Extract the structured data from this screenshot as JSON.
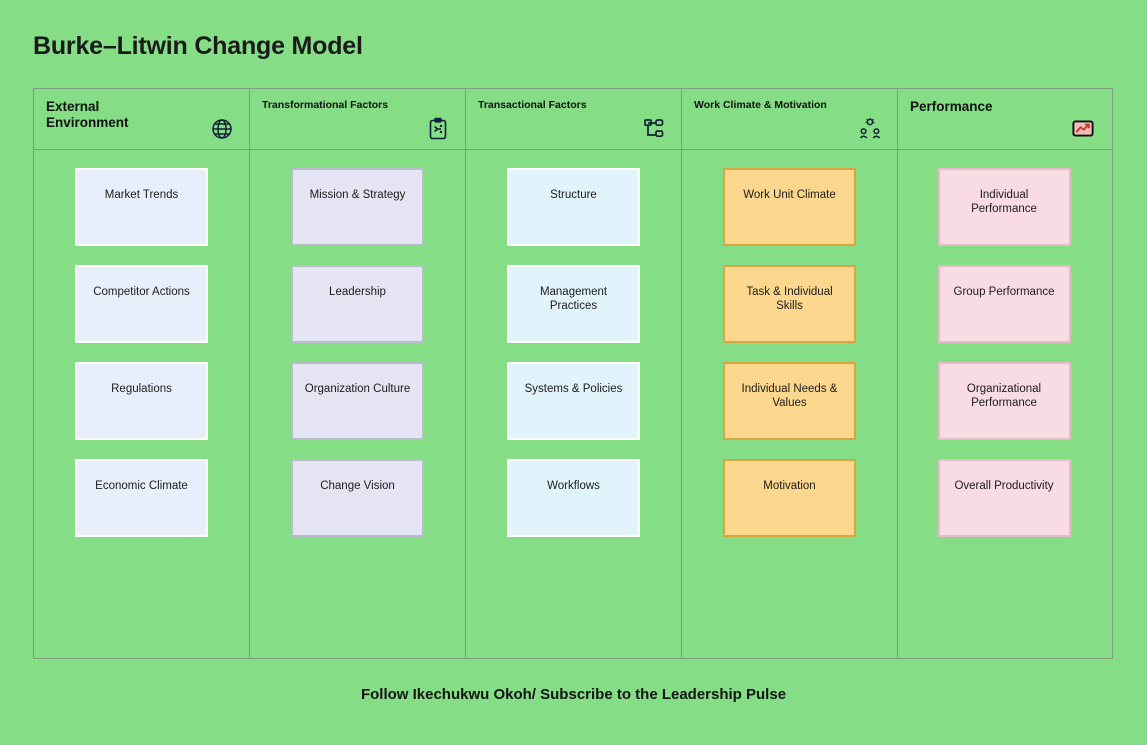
{
  "title": "Burke–Litwin Change Model",
  "theme": {
    "background": "#85dd86",
    "table_border": "#7f9e7f",
    "title_color": "#1a1a1a"
  },
  "columns": [
    {
      "id": "external-environment",
      "title": "External\nEnvironment",
      "title_line1": "External",
      "title_line2": "Environment",
      "title_size": "big",
      "icon": "globe-icon",
      "card_fill": "#e7f0fa",
      "card_border": "#ffffff",
      "cards": [
        {
          "label": "Market Trends"
        },
        {
          "label": "Competitor Actions"
        },
        {
          "label": "Regulations"
        },
        {
          "label": "Economic Climate"
        }
      ]
    },
    {
      "id": "transformational-factors",
      "title": "Transformational Factors",
      "title_line1": "Transformational Factors",
      "title_line2": "",
      "title_size": "small",
      "icon": "clipboard-flow-icon",
      "card_fill": "#e4e4f3",
      "card_border": "#b9bccb",
      "cards": [
        {
          "label": "Mission & Strategy"
        },
        {
          "label": "Leadership"
        },
        {
          "label": "Organization Culture"
        },
        {
          "label": "Change Vision"
        }
      ]
    },
    {
      "id": "transactional-factors",
      "title": "Transactional Factors",
      "title_line1": "Transactional Factors",
      "title_line2": "",
      "title_size": "small",
      "icon": "sitemap-icon",
      "card_fill": "#e2f4fb",
      "card_border": "#ffffff",
      "cards": [
        {
          "label": "Structure"
        },
        {
          "label": "Management Practices"
        },
        {
          "label": "Systems & Policies"
        },
        {
          "label": "Workflows"
        }
      ]
    },
    {
      "id": "work-climate-motivation",
      "title": "Work Climate & Motivation",
      "title_line1": "Work Climate & Motivation",
      "title_line2": "",
      "title_size": "small",
      "icon": "people-group-icon",
      "card_fill": "#fbd88d",
      "card_border": "#d8a73d",
      "cards": [
        {
          "label": "Work Unit Climate"
        },
        {
          "label": "Task & Individual Skills"
        },
        {
          "label": "Individual Needs & Values"
        },
        {
          "label": "Motivation"
        }
      ]
    },
    {
      "id": "performance",
      "title": "Performance",
      "title_line1": "Performance",
      "title_line2": "",
      "title_size": "big",
      "icon": "chart-monitor-icon",
      "card_fill": "#f9dbe4",
      "card_border": "#e2bcc6",
      "cards": [
        {
          "label": "Individual Performance"
        },
        {
          "label": "Group Performance"
        },
        {
          "label": "Organizational Performance"
        },
        {
          "label": "Overall Productivity"
        }
      ]
    }
  ],
  "footer": "Follow Ikechukwu Okoh/ Subscribe to the Leadership Pulse"
}
